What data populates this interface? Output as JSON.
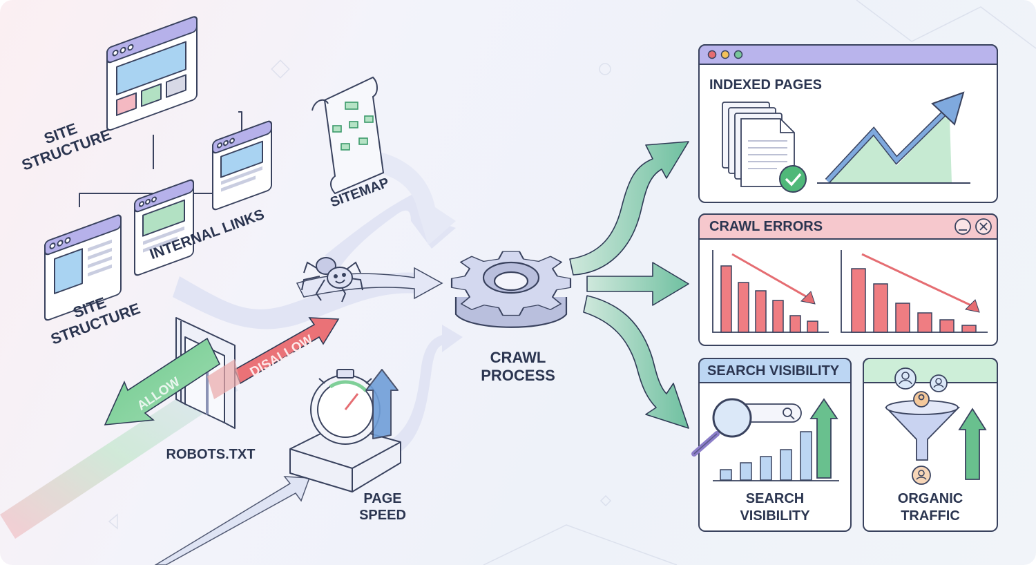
{
  "labels": {
    "site_structure_top": "SITE\nSTRUCTURE",
    "site_structure_bottom": "SITE\nSTRUCTURE",
    "internal_links": "INTERNAL LINKS",
    "sitemap": "SITEMAP",
    "allow": "ALLOW",
    "disallow": "DISALLOW",
    "robots": "ROBOTS.TXT",
    "page_speed": "PAGE\nSPEED",
    "crawl_process": "CRAWL\nPROCESS"
  },
  "panels": {
    "indexed": {
      "title": "INDEXED PAGES"
    },
    "errors": {
      "title": "CRAWL ERRORS"
    },
    "visibility": {
      "title": "SEARCH VISIBILITY",
      "caption": "SEARCH\nVISIBILITY"
    },
    "traffic": {
      "caption": "ORGANIC\nTRAFFIC"
    }
  },
  "colors": {
    "navy": "#39425e",
    "purple": "#b9b4ec",
    "green": "#79c79b",
    "red": "#e56d72",
    "blue": "#6f9ed8",
    "teal_arrow": "#7cc3a9"
  },
  "icons": [
    "browser-window-icon",
    "sitemap-scroll-icon",
    "spider-icon",
    "gate-icon",
    "stopwatch-icon",
    "gear-icon",
    "documents-icon",
    "check-icon",
    "trend-up-icon",
    "bar-chart-down-icon",
    "magnifier-icon",
    "funnel-icon",
    "user-icon",
    "minimize-icon",
    "close-icon"
  ]
}
